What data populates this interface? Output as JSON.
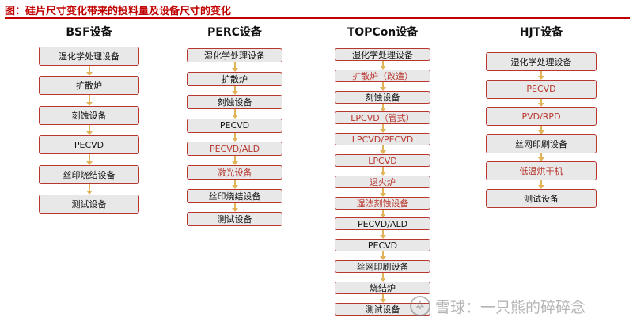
{
  "title": "图：硅片尺寸变化带来的投料量及设备尺寸的变化",
  "columns": [
    {
      "name": "BSF设备",
      "steps": [
        {
          "label": "湿化学处理设备",
          "highlight": false
        },
        {
          "label": "扩散炉",
          "highlight": false
        },
        {
          "label": "刻蚀设备",
          "highlight": false
        },
        {
          "label": "PECVD",
          "highlight": false
        },
        {
          "label": "丝印烧结设备",
          "highlight": false
        },
        {
          "label": "测试设备",
          "highlight": false
        }
      ]
    },
    {
      "name": "PERC设备",
      "steps": [
        {
          "label": "湿化学处理设备",
          "highlight": false
        },
        {
          "label": "扩散炉",
          "highlight": false
        },
        {
          "label": "刻蚀设备",
          "highlight": false
        },
        {
          "label": "PECVD",
          "highlight": false
        },
        {
          "label": "PECVD/ALD",
          "highlight": true
        },
        {
          "label": "激光设备",
          "highlight": true
        },
        {
          "label": "丝印烧结设备",
          "highlight": false
        },
        {
          "label": "测试设备",
          "highlight": false
        }
      ]
    },
    {
      "name": "TOPCon设备",
      "steps": [
        {
          "label": "湿化学处理设备",
          "highlight": false
        },
        {
          "label": "扩散炉（改造）",
          "highlight": true
        },
        {
          "label": "刻蚀设备",
          "highlight": false
        },
        {
          "label": "LPCVD（管式）",
          "highlight": true
        },
        {
          "label": "LPCVD/PECVD",
          "highlight": true
        },
        {
          "label": "LPCVD",
          "highlight": true
        },
        {
          "label": "退火炉",
          "highlight": true
        },
        {
          "label": "湿法刻蚀设备",
          "highlight": true
        },
        {
          "label": "PECVD/ALD",
          "highlight": false
        },
        {
          "label": "PECVD",
          "highlight": false
        },
        {
          "label": "丝网印刷设备",
          "highlight": false
        },
        {
          "label": "烧结炉",
          "highlight": false
        },
        {
          "label": "测试设备",
          "highlight": false
        }
      ]
    },
    {
      "name": "HJT设备",
      "steps": [
        {
          "label": "湿化学处理设备",
          "highlight": false
        },
        {
          "label": "PECVD",
          "highlight": true
        },
        {
          "label": "PVD/RPD",
          "highlight": true
        },
        {
          "label": "丝网印刷设备",
          "highlight": false
        },
        {
          "label": "低温烘干机",
          "highlight": true
        },
        {
          "label": "测试设备",
          "highlight": false
        }
      ]
    }
  ],
  "watermark": {
    "icon": "snowball-logo-icon",
    "text": "雪球：一只熊的碎碎念"
  },
  "colors": {
    "title": "#c00000",
    "box_border": "#b9362e",
    "box_fill": "#e8e8e8",
    "highlight_text": "#b9362e",
    "arrow": "#e2b45a"
  }
}
